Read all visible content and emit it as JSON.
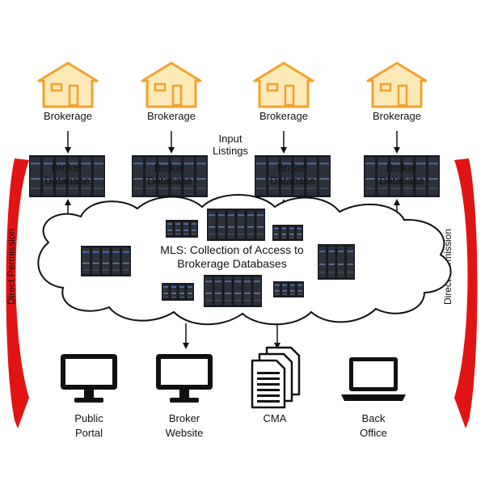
{
  "colors": {
    "house_fill": "#fde8b8",
    "house_stroke": "#f2a22c",
    "permission_arrow": "#e11414",
    "server_dark": "#1b1d22",
    "server_blue": "#4a6aa8",
    "cloud_stroke": "#111111",
    "device_fill": "#111111",
    "arrow": "#111111"
  },
  "brokerages": [
    {
      "label": "Brokerage",
      "db_line1": "Broker",
      "db_line2": "Database"
    },
    {
      "label": "Brokerage",
      "db_line1": "Broker",
      "db_line2": "Database"
    },
    {
      "label": "Brokerage",
      "db_line1": "Broker",
      "db_line2": "Database"
    },
    {
      "label": "Brokerage",
      "db_line1": "Broker",
      "db_line2": "Database"
    }
  ],
  "input_listings": {
    "line1": "Input",
    "line2": "Listings"
  },
  "mls": {
    "line1": "MLS: Collection of Access to",
    "line2": "Brokerage Databases"
  },
  "direct_permission": {
    "left": "Direct Permission",
    "right": "Direct Permission"
  },
  "outputs": [
    {
      "icon": "monitor-icon",
      "line1": "Public",
      "line2": "Portal"
    },
    {
      "icon": "monitor-icon",
      "line1": "Broker",
      "line2": "Website"
    },
    {
      "icon": "documents-icon",
      "line1": "CMA",
      "line2": ""
    },
    {
      "icon": "laptop-icon",
      "line1": "Back",
      "line2": "Office"
    }
  ]
}
